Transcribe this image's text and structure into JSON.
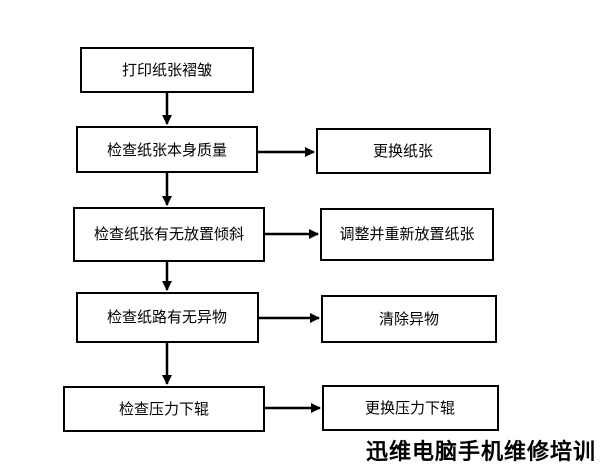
{
  "nodes": {
    "paper_wrinkle": "打印纸张褶皱",
    "check_quality": "检查纸张本身质量",
    "replace_paper": "更换纸张",
    "check_skew": "检查纸张有无放置倾斜",
    "readjust_paper": "调整并重新放置纸张",
    "check_path": "检查纸路有无异物",
    "clear_foreign": "清除异物",
    "check_roller": "检查压力下辊",
    "replace_roller": "更换压力下辊"
  },
  "watermark": "迅维电脑手机维修培训"
}
